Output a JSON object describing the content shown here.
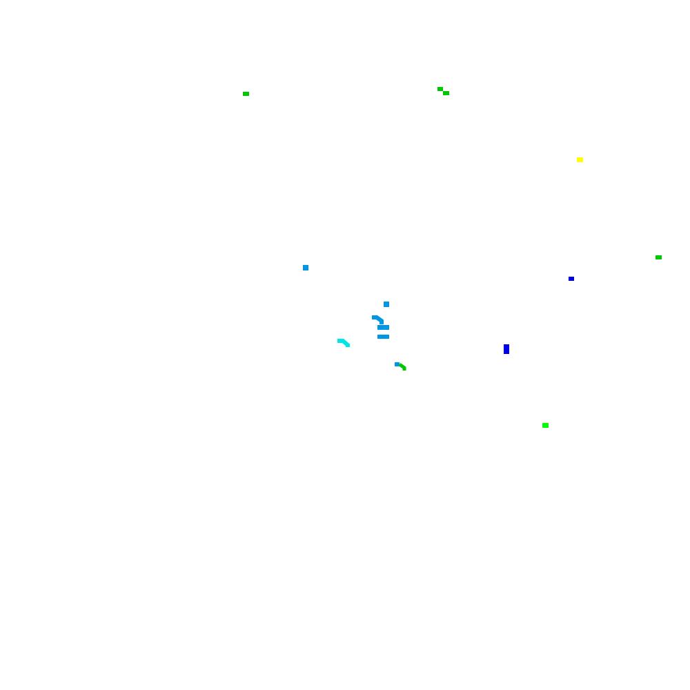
{
  "background": "#ffffff",
  "palette": {
    "green": "#00c800",
    "bright_green": "#00ff00",
    "yellow": "#ffff00",
    "blue": "#0000e6",
    "azure": "#0096e6",
    "cyan": "#00e6e6"
  },
  "fragments": [
    {
      "name": "green-fragment-1",
      "color": "green"
    },
    {
      "name": "green-fragment-2",
      "color": "green"
    },
    {
      "name": "green-fragment-3",
      "color": "green"
    },
    {
      "name": "yellow-fragment",
      "color": "yellow"
    },
    {
      "name": "blue-fragment-1",
      "color": "blue"
    },
    {
      "name": "green-fragment-4",
      "color": "green"
    },
    {
      "name": "azure-fragment-1",
      "color": "azure"
    },
    {
      "name": "blue-fragment-2",
      "color": "blue"
    },
    {
      "name": "azure-fragment-2",
      "color": "azure"
    },
    {
      "name": "azure-fragment-3",
      "color": "azure"
    },
    {
      "name": "azure-fragment-4",
      "color": "azure"
    },
    {
      "name": "azure-fragment-5",
      "color": "azure"
    },
    {
      "name": "cyan-fragment",
      "color": "cyan"
    },
    {
      "name": "blue-fragment-3",
      "color": "blue"
    },
    {
      "name": "azure-green-fragment",
      "color": "azure"
    },
    {
      "name": "bright-green-fragment",
      "color": "bright_green"
    }
  ]
}
